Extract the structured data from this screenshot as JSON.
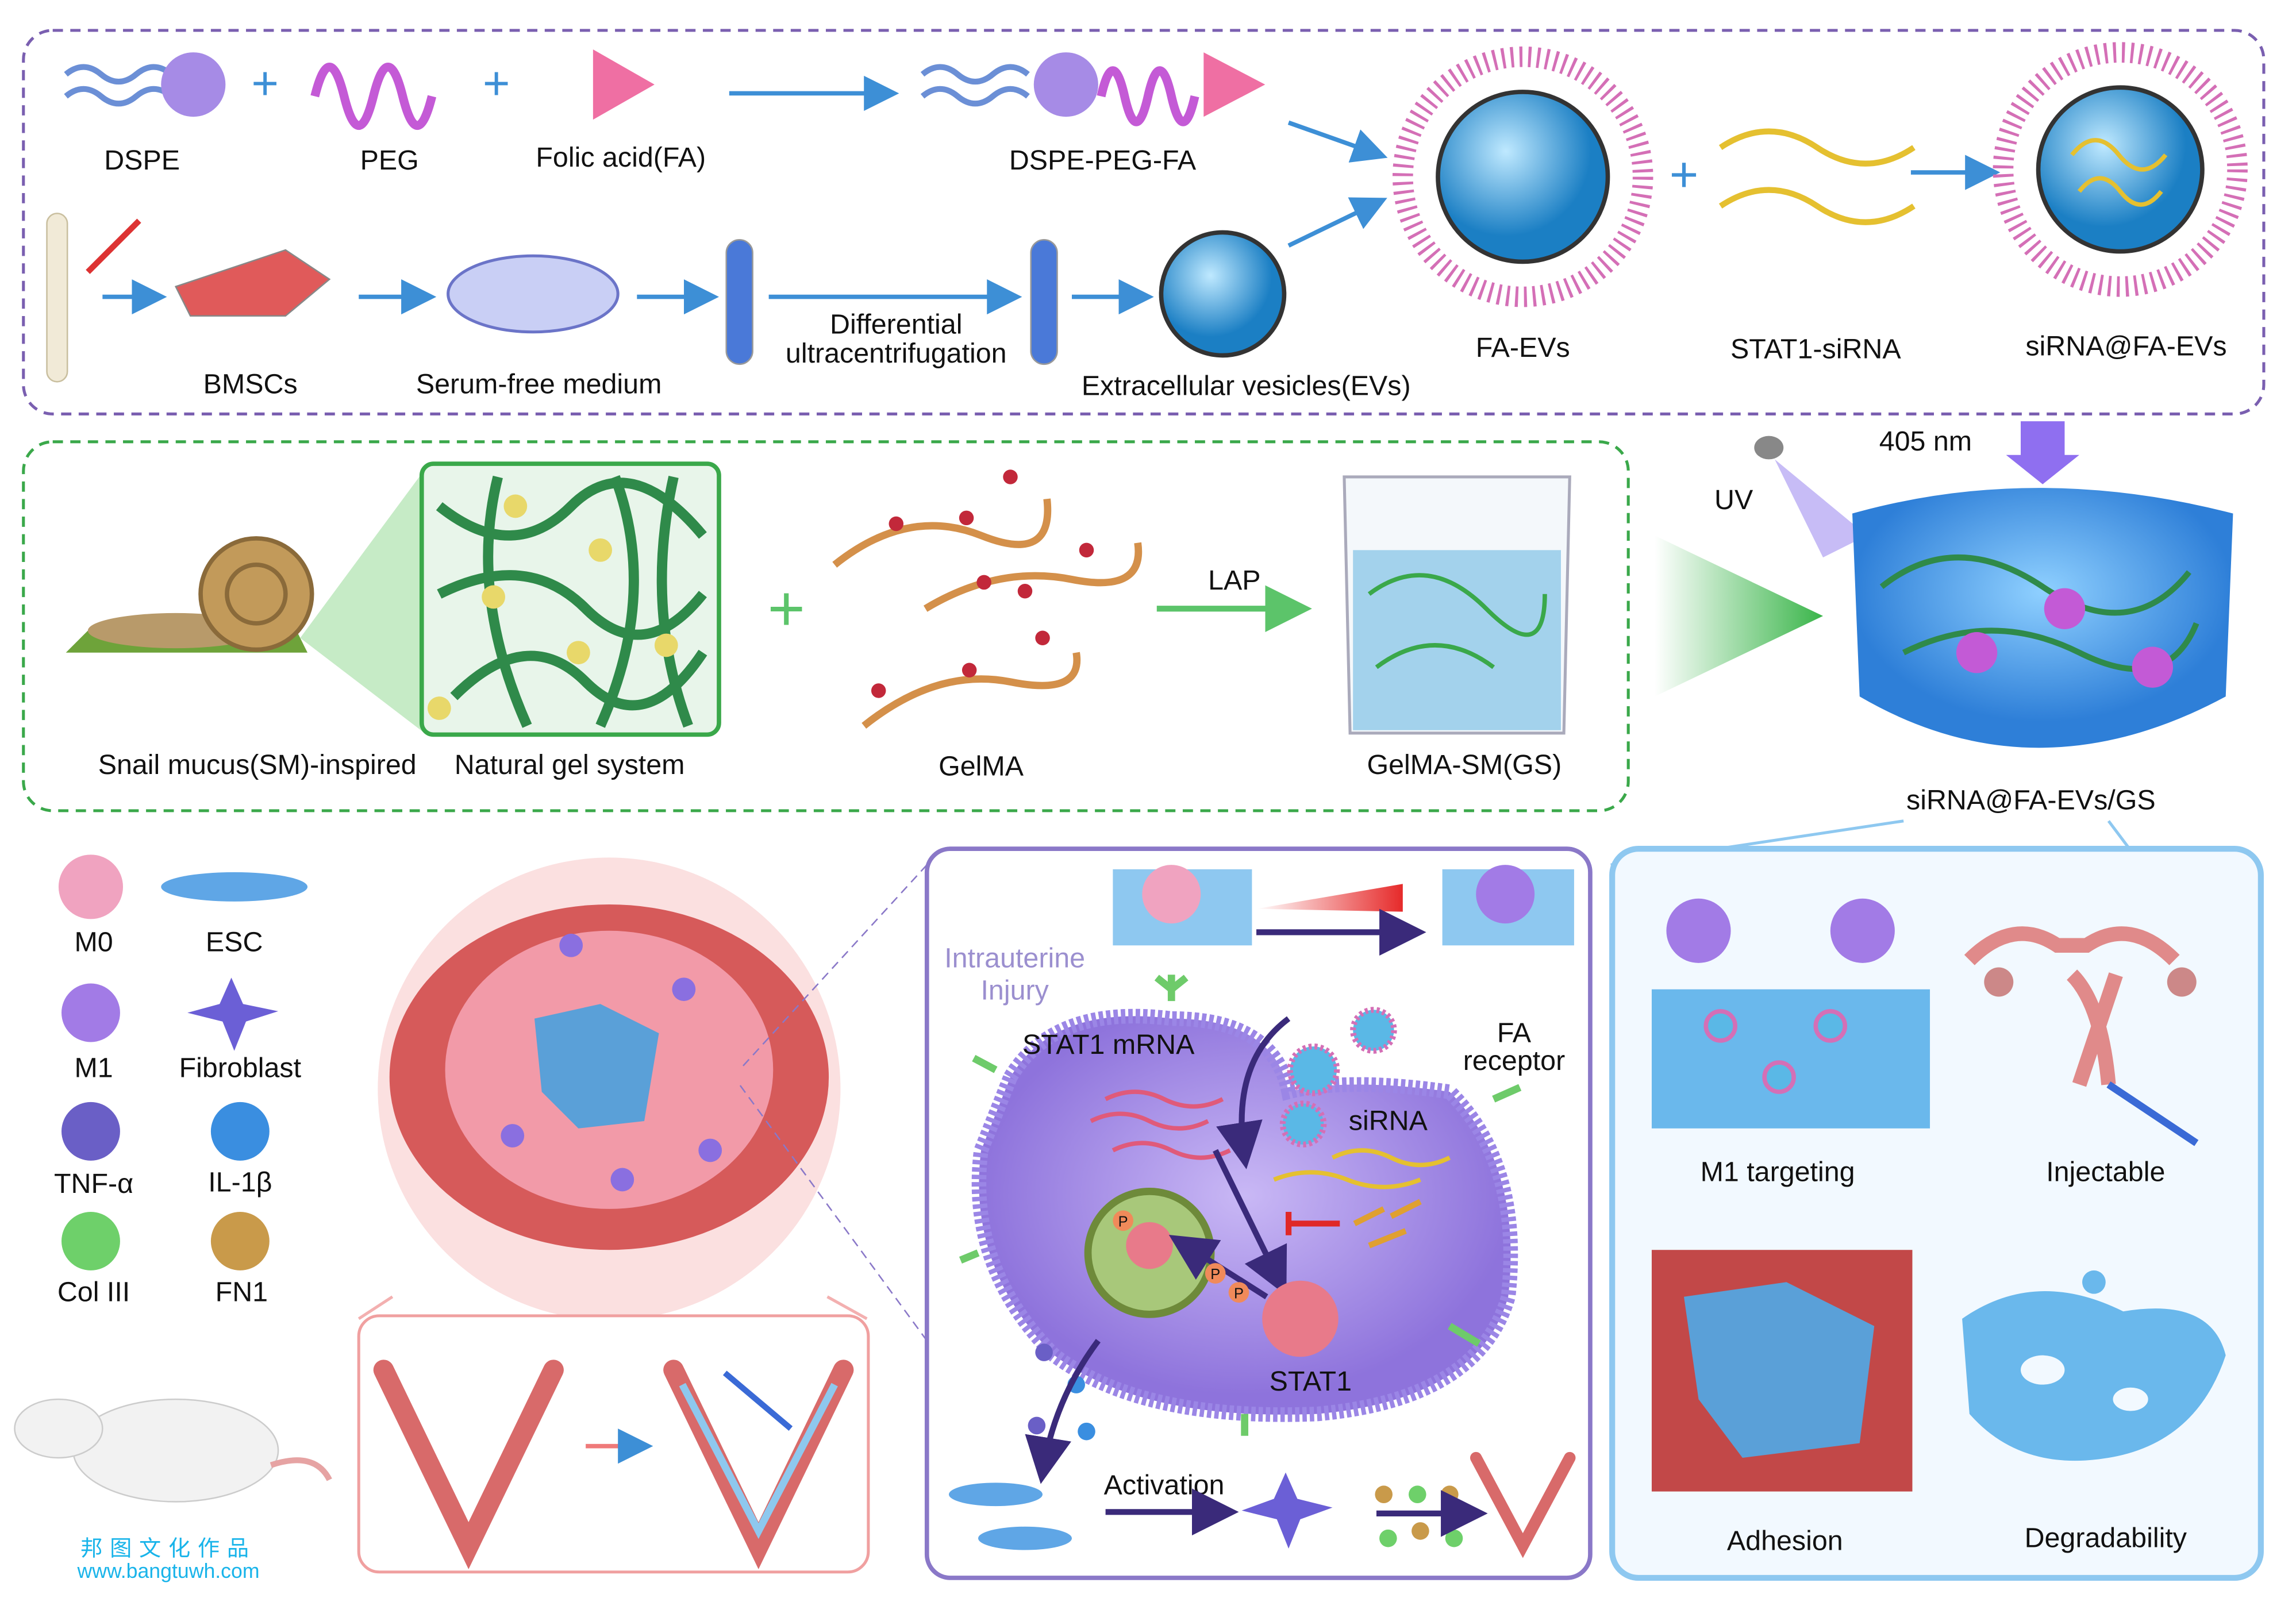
{
  "top_panel": {
    "dspe": "DSPE",
    "peg": "PEG",
    "folic_acid": "Folic acid(FA)",
    "dspe_peg_fa": "DSPE-PEG-FA",
    "bmscs": "BMSCs",
    "serum_free": "Serum-free medium",
    "diff_line1": "Differential",
    "diff_line2": "ultracentrifugation",
    "evs": "Extracellular vesicles(EVs)",
    "fa_evs": "FA-EVs",
    "stat1_sirna": "STAT1-siRNA",
    "sirna_fa_evs": "siRNA@FA-EVs"
  },
  "mid_panel": {
    "snail": "Snail mucus(SM)-inspired",
    "natural_gel": "Natural gel system",
    "gelma": "GelMA",
    "lap": "LAP",
    "gelma_sm": "GelMA-SM(GS)",
    "uv": "UV",
    "wavelength": "405 nm",
    "hydrogel": "siRNA@FA-EVs/GS"
  },
  "legend": {
    "m0": "M0",
    "esc": "ESC",
    "m1": "M1",
    "fibroblast": "Fibroblast",
    "tnf": "TNF-α",
    "il1b": "IL-1β",
    "col3": "Col III",
    "fn1": "FN1"
  },
  "mechanism": {
    "injury_line1": "Intrauterine",
    "injury_line2": "Injury",
    "stat1_mrna": "STAT1 mRNA",
    "fa_receptor_line1": "FA",
    "fa_receptor_line2": "receptor",
    "sirna": "siRNA",
    "stat1": "STAT1",
    "p": "P",
    "activation": "Activation"
  },
  "properties": {
    "m1_targeting": "M1 targeting",
    "injectable": "Injectable",
    "adhesion": "Adhesion",
    "degradability": "Degradability"
  },
  "watermark": {
    "line1": "邦图文化作品",
    "line2": "www.bangtuwh.com"
  },
  "colors": {
    "purple_border": "#7a5fb0",
    "green_border": "#3aa84a",
    "arrow_blue": "#3d8fd6",
    "dark_arrow": "#3a2a7a"
  }
}
